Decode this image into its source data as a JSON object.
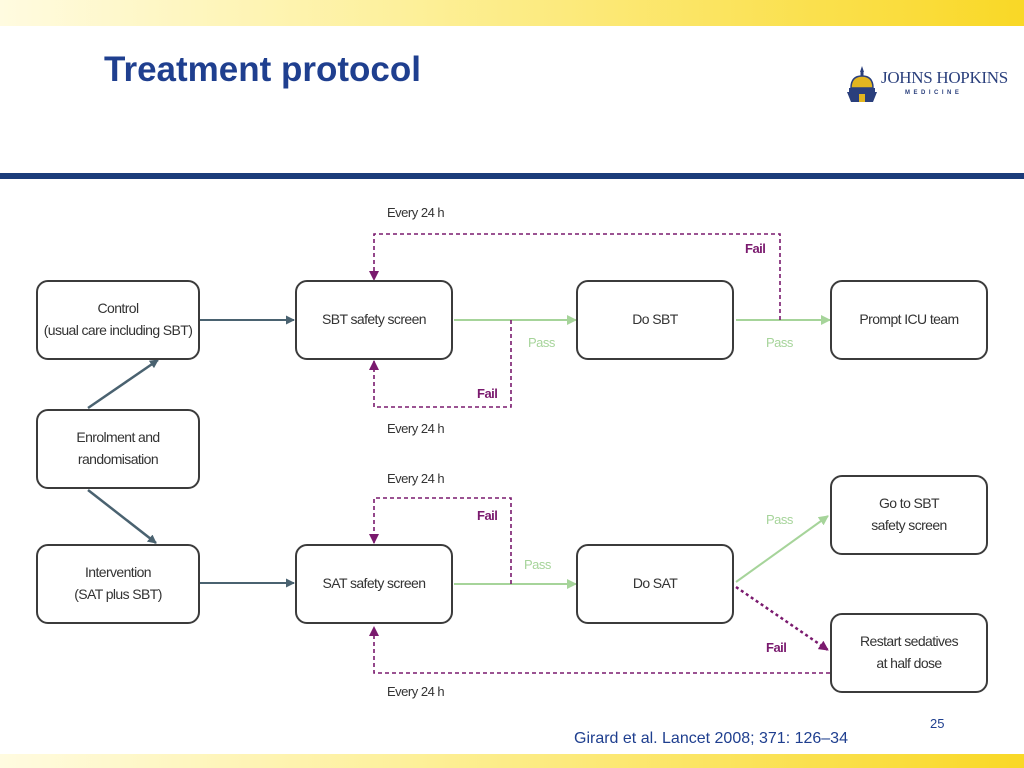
{
  "slide": {
    "title": "Treatment protocol",
    "page_number": "25",
    "citation": "Girard et al. Lancet 2008; 371: 126–34"
  },
  "logo": {
    "name": "JOHNS HOPKINS",
    "subtitle": "MEDICINE"
  },
  "colors": {
    "title_blue": "#1f3f8f",
    "rule_navy": "#1b3c7a",
    "band_yellow": "#f9d826",
    "arrow_slate": "#4a6270",
    "pass_green": "#a6d49a",
    "fail_purple": "#7a1a6e"
  },
  "diagram": {
    "boxes": {
      "control": "Control\n(usual care including SBT)",
      "enrolment": "Enrolment and\nrandomisation",
      "intervention": "Intervention\n(SAT plus SBT)",
      "sbt_screen": "SBT safety screen",
      "do_sbt": "Do SBT",
      "prompt_icu": "Prompt ICU team",
      "sat_screen": "SAT safety screen",
      "do_sat": "Do SAT",
      "go_sbt": "Go to SBT\nsafety screen",
      "restart": "Restart sedatives\nat half dose"
    },
    "labels": {
      "every24_top1": "Every 24 h",
      "every24_mid1": "Every 24 h",
      "every24_top2": "Every 24 h",
      "every24_bottom": "Every 24 h",
      "fail_top": "Fail",
      "fail_sbt_loop": "Fail",
      "fail_sat_loop": "Fail",
      "fail_restart": "Fail",
      "pass_sbt": "Pass",
      "pass_do_sbt": "Pass",
      "pass_sat": "Pass",
      "pass_go_sbt": "Pass"
    }
  }
}
